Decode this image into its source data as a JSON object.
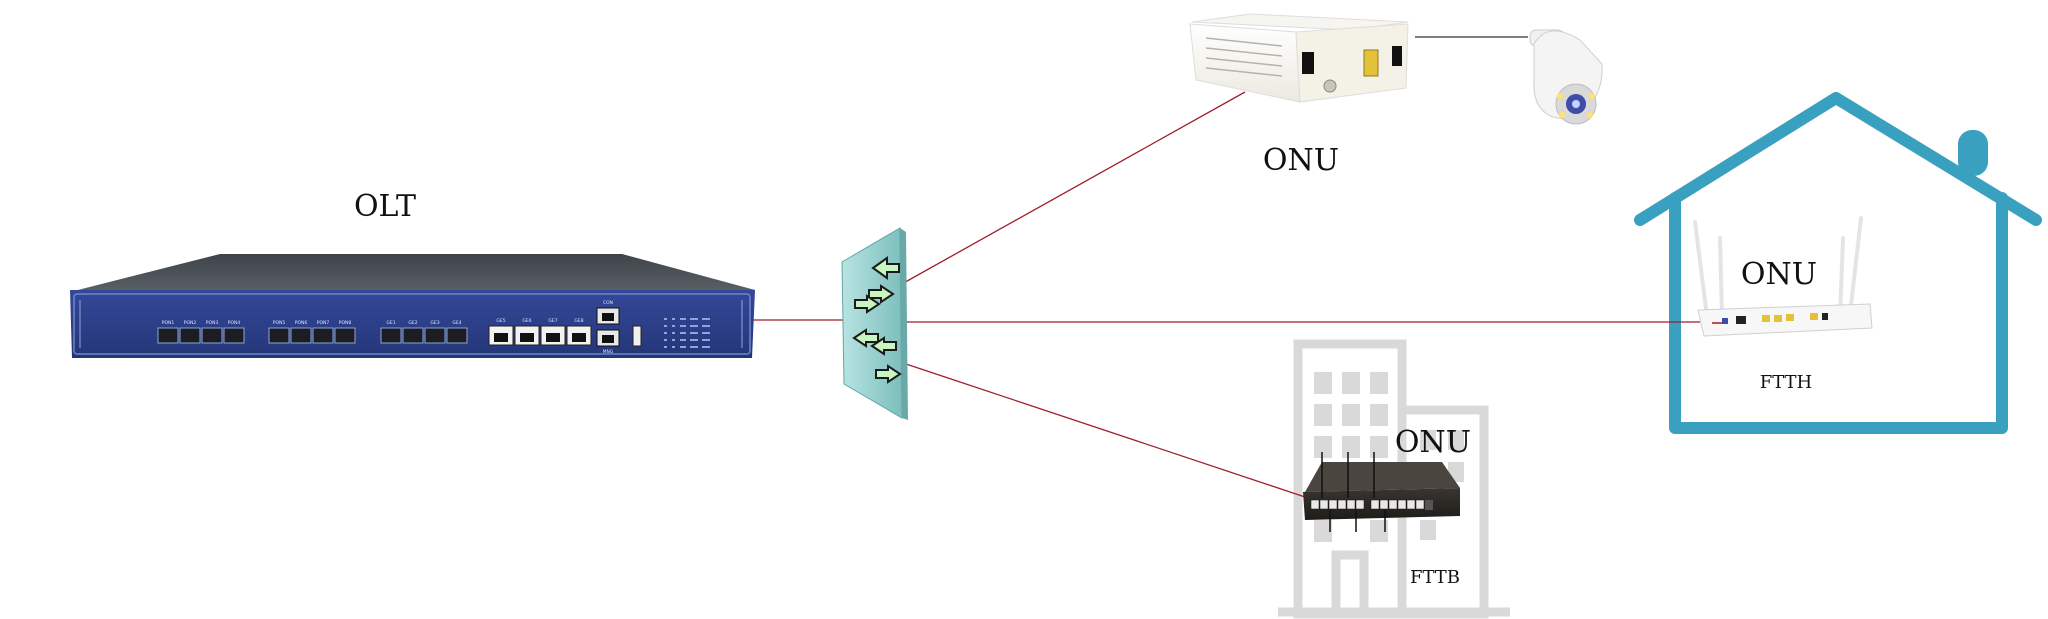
{
  "labels": {
    "olt": "OLT",
    "onu_top": "ONU",
    "onu_home": "ONU",
    "onu_building": "ONU",
    "ftth": "FTTH",
    "fttb": "FTTB"
  },
  "olt_panel": {
    "pon_ports": [
      "PON1",
      "PON2",
      "PON3",
      "PON4",
      "PON5",
      "PON6",
      "PON7",
      "PON8"
    ],
    "ge_sfp_ports": [
      "GE1",
      "GE2",
      "GE3",
      "GE4"
    ],
    "ge_rj45_ports": [
      "GE5",
      "GE6",
      "GE7",
      "GE8"
    ],
    "console_label": "CON",
    "mgmt_label": "MNG"
  },
  "colors": {
    "fiber_line": "#a01e2a",
    "olt_body": "#2e3f8a",
    "olt_top": "#4a4f55",
    "splitter": "#9fd3d1",
    "house": "#3aa0bf",
    "building": "#d9d9d9",
    "switch_body": "#2a2a2a"
  }
}
